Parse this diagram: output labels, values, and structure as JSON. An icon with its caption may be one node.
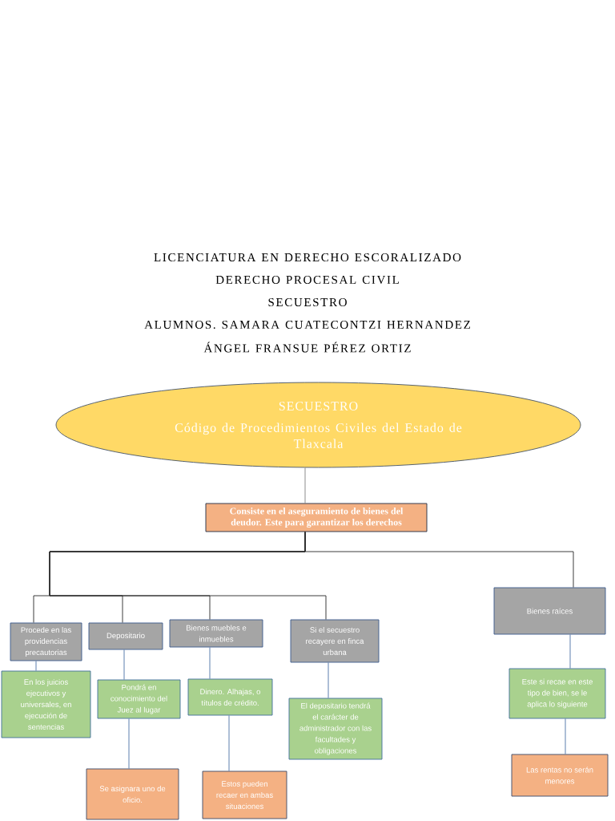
{
  "diagram": {
    "nodes": [
      {
        "text": [
          "SECUESTRO",
          "Código de Procedimientos Civiles del Estado de Tlaxcala"
        ]
      },
      {
        "text": [
          "Consiste en el aseguramiento de bienes del deudor. Este para garantizar los derechos"
        ]
      },
      {
        "text": [
          "Procede en las providencias precautorias"
        ]
      },
      {
        "text": [
          "Depositario"
        ]
      },
      {
        "text": [
          "Bienes muebles e inmuebles"
        ]
      },
      {
        "text": [
          "Si el secuestro recayere en finca urbana"
        ]
      },
      {
        "text": [
          "Bienes raíces"
        ]
      },
      {
        "text": [
          "En los juicios ejecutivos y universales, en ejecución de sentencias"
        ]
      },
      {
        "text": [
          "Pondrá en conocimiento del Juez al lugar"
        ]
      },
      {
        "text": [
          "Dinero. Alhajas, o títulos de crédito."
        ]
      },
      {
        "text": [
          "El depositario tendrá el carácter de administrador con las facultades y obligaciones"
        ]
      },
      {
        "text": [
          "Este si recae en este tipo de bien, se le aplica lo siguiente"
        ]
      },
      {
        "text": [
          "Se asignara uno de oficio."
        ]
      },
      {
        "text": [
          "Estos pueden recaer en ambas situaciones"
        ]
      },
      {
        "text": [
          "Las rentas no serán menores"
        ]
      }
    ],
    "edges": [
      {
        "from": 0,
        "to": 1,
        "arrow": "none",
        "color": "#7f7f7f"
      },
      {
        "from": 1,
        "to": 2,
        "arrow": "none",
        "color": "#262626"
      },
      {
        "from": 1,
        "to": 3,
        "arrow": "none",
        "color": "#262626"
      },
      {
        "from": 1,
        "to": 4,
        "arrow": "none",
        "color": "#262626"
      },
      {
        "from": 1,
        "to": 5,
        "arrow": "none",
        "color": "#262626"
      },
      {
        "from": 1,
        "to": 6,
        "arrow": "none",
        "color": "#262626"
      },
      {
        "from": 2,
        "to": 7,
        "arrow": "none"
      },
      {
        "from": 3,
        "to": 8,
        "arrow": "none"
      },
      {
        "from": 4,
        "to": 9,
        "arrow": "none"
      },
      {
        "from": 5,
        "to": 10,
        "arrow": "none"
      },
      {
        "from": 6,
        "to": 11,
        "arrow": "none"
      },
      {
        "from": 8,
        "to": 12,
        "arrow": "none"
      },
      {
        "from": 9,
        "to": 13,
        "arrow": "none"
      },
      {
        "from": 11,
        "to": 14,
        "arrow": "none"
      }
    ],
    "labels": [
      "LICENCIATURA EN DERECHO ESCORALIZADO",
      "DERECHO PROCESAL CIVIL",
      "SECUESTRO",
      "ALUMNOS. SAMARA CUATECONTZI HERNANDEZ",
      "ÁNGEL FRANSUE PÉREZ ORTIZ"
    ]
  }
}
